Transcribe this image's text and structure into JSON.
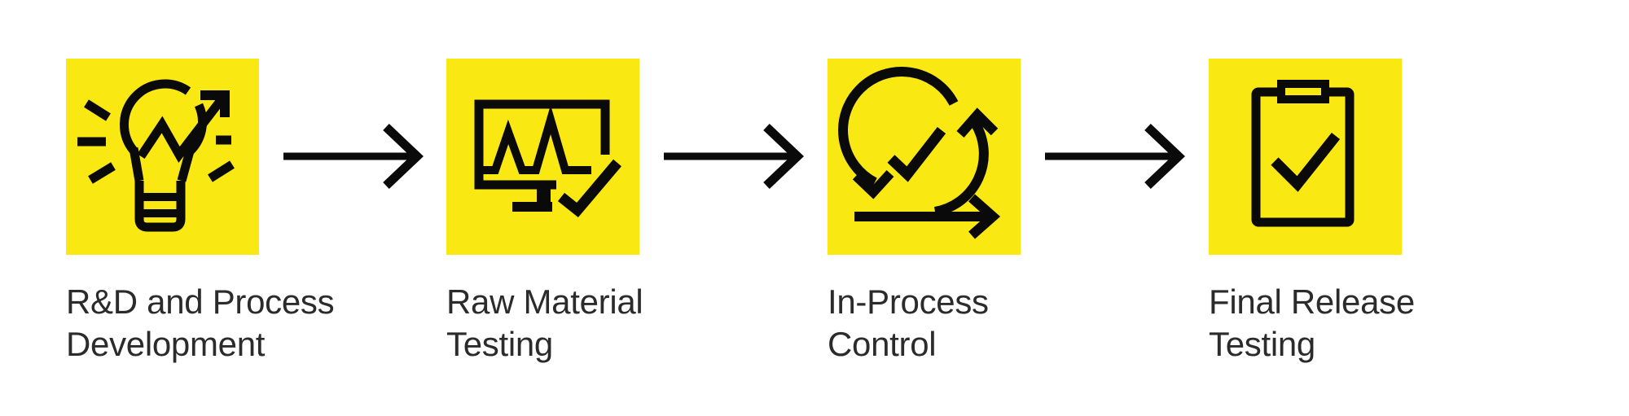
{
  "colors": {
    "tile_yellow": "#F9E812",
    "icon_black": "#0A0A0A",
    "label_text": "#2B2B2B",
    "page_bg": "#FFFFFF"
  },
  "flow": {
    "connector_icon": "arrow-right-icon",
    "steps": [
      {
        "label": "R&D and Process\nDevelopment",
        "icon": "idea-lightbulb-growth-icon"
      },
      {
        "label": "Raw Material\nTesting",
        "icon": "monitor-waveform-check-icon"
      },
      {
        "label": "In-Process\nControl",
        "icon": "cycle-arrows-check-icon"
      },
      {
        "label": "Final Release\nTesting",
        "icon": "clipboard-check-icon"
      }
    ]
  }
}
